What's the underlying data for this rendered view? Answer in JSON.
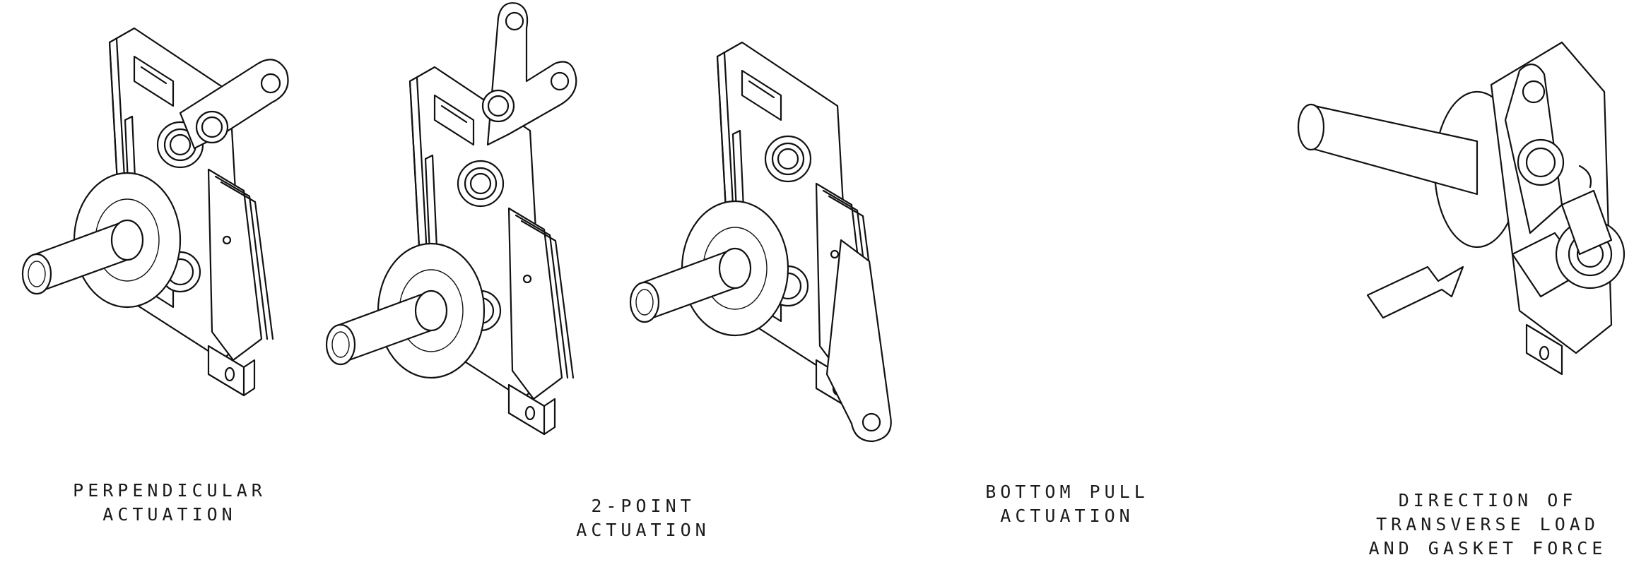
{
  "figures": [
    {
      "id": "perpendicular",
      "caption": [
        "PERPENDICULAR",
        "ACTUATION"
      ]
    },
    {
      "id": "two-point",
      "caption": [
        "2-POINT",
        "ACTUATION"
      ]
    },
    {
      "id": "bottom-pull",
      "caption": [
        "BOTTOM PULL",
        "ACTUATION"
      ]
    },
    {
      "id": "direction",
      "caption": [
        "DIRECTION OF",
        "TRANSVERSE LOAD",
        "AND GASKET FORCE"
      ]
    }
  ],
  "icons": {
    "arrow": "load-direction-arrow-icon"
  }
}
